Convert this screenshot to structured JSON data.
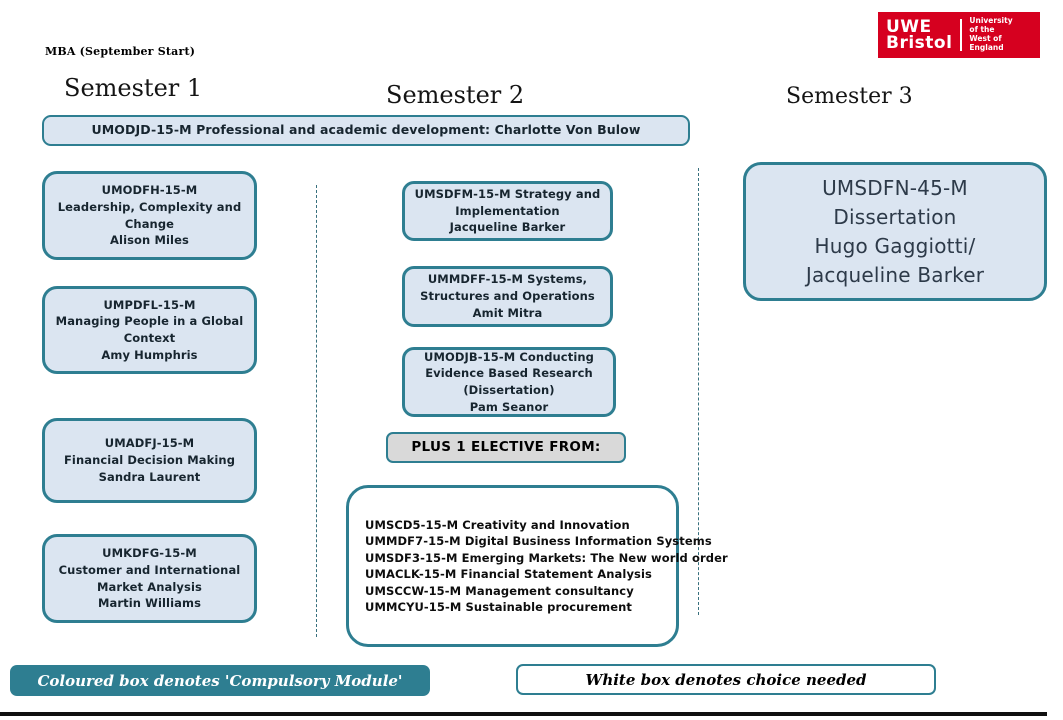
{
  "header": {
    "program_label": "MBA (September Start)",
    "logo": {
      "name": "UWE\nBristol",
      "tagline": "University\nof the\nWest of\nEngland",
      "bg_color": "#d6001f"
    }
  },
  "column_titles": {
    "semester1": "Semester 1",
    "semester2": "Semester 2",
    "semester3": "Semester 3"
  },
  "top_module": {
    "text": "UMODJD-15-M Professional and academic development: Charlotte Von Bulow"
  },
  "semester1": {
    "modules": [
      {
        "text": "UMODFH-15-M\nLeadership, Complexity and\nChange\nAlison Miles"
      },
      {
        "text": "UMPDFL-15-M\nManaging People in a Global\nContext\nAmy Humphris"
      },
      {
        "text": "UMADFJ-15-M\nFinancial Decision Making\nSandra Laurent"
      },
      {
        "text": "UMKDFG-15-M\nCustomer and International\nMarket Analysis\nMartin Williams"
      }
    ]
  },
  "semester2": {
    "modules": [
      {
        "text": "UMSDFM-15-M Strategy and\nImplementation\nJacqueline Barker"
      },
      {
        "text": "UMMDFF-15-M Systems,\nStructures and Operations\nAmit Mitra"
      },
      {
        "text": "UMODJB-15-M Conducting\nEvidence Based Research\n(Dissertation)\nPam Seanor"
      }
    ],
    "elective_header": "PLUS 1 ELECTIVE FROM:",
    "electives": [
      "UMSCD5-15-M Creativity and Innovation",
      "UMMDF7-15-M Digital Business Information Systems",
      "UMSDF3-15-M Emerging Markets: The New world order",
      "UMACLK-15-M Financial Statement Analysis",
      "UMSCCW-15-M Management consultancy",
      "UMMCYU-15-M Sustainable procurement"
    ]
  },
  "semester3": {
    "module_text": "UMSDFN-45-M\nDissertation\nHugo Gaggiotti/\nJacqueline Barker"
  },
  "legend": {
    "compulsory": "Coloured box denotes 'Compulsory Module'",
    "choice": "White box denotes choice needed"
  },
  "colors": {
    "accent_teal": "#2e7e91",
    "module_fill": "#dbe5f1",
    "elective_header_fill": "#d9d9d9",
    "uwe_red": "#d6001f"
  }
}
